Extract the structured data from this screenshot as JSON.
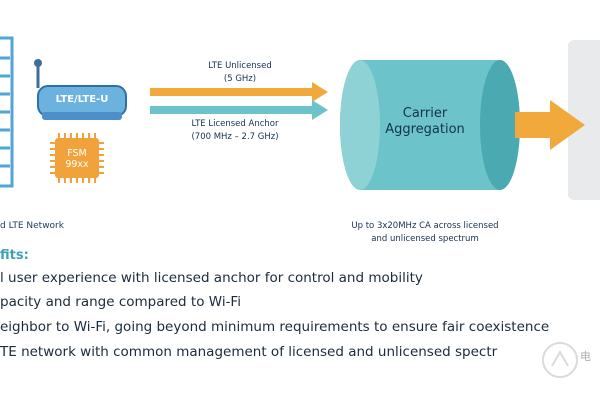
{
  "diagram": {
    "device_label": "LTE/LTE-U",
    "chip_label_line1": "FSM",
    "chip_label_line2": "99xx",
    "network_label": "d LTE Network",
    "arrow_top_label_line1": "LTE Unlicensed",
    "arrow_top_label_line2": "(5 GHz)",
    "arrow_bottom_label_line1": "LTE Licensed Anchor",
    "arrow_bottom_label_line2": "(700 MHz – 2.7 GHz)",
    "cylinder_label_line1": "Carrier",
    "cylinder_label_line2": "Aggregation",
    "caption_line1": "Up to 3x20MHz CA across licensed",
    "caption_line2": "and unlicensed spectrum",
    "colors": {
      "teal": "#6cc3c9",
      "teal_dark": "#4aa9b1",
      "orange": "#f0a93a",
      "tower_blue": "#4fa6d4",
      "device_blue": "#4d8fc8",
      "navy": "#1c3b5a",
      "gray_panel": "#e9eaec"
    },
    "icons": [
      "cell-tower-icon",
      "router-icon",
      "chip-icon",
      "cylinder-icon",
      "output-arrow-icon"
    ]
  },
  "benefits": {
    "title": "fits:",
    "items": [
      "l user experience with licensed anchor for control and mobility",
      "pacity and range compared to Wi-Fi",
      "eighbor to Wi-Fi, going beyond minimum requirements to ensure fair coexistence",
      "TE network with common management of licensed and unlicensed spectr"
    ]
  },
  "watermark": {
    "text": "电"
  }
}
